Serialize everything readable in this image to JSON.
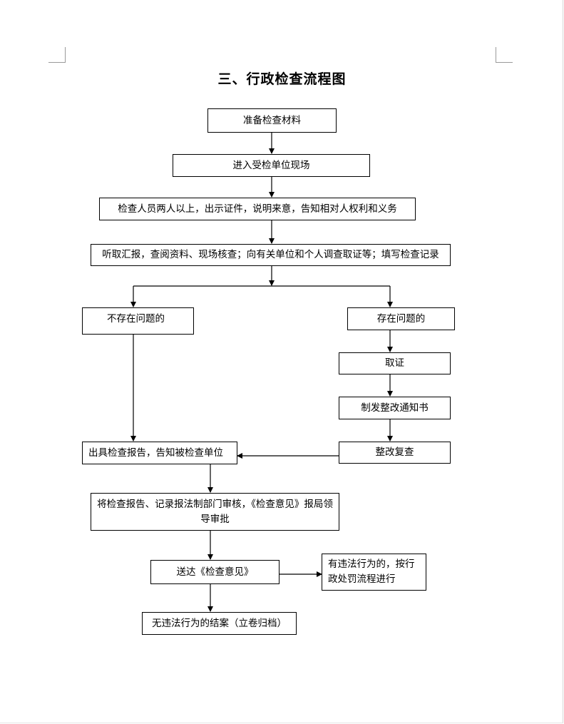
{
  "title": "三、行政检查流程图",
  "steps": {
    "prepare": "准备检查材料",
    "enter": "进入受检单位现场",
    "inspectors": "检查人员两人以上，出示证件，说明来意，告知相对人权利和义务",
    "listen": "听取汇报，查阅资料、现场核查；向有关单位和个人调查取证等；填写检查记录",
    "no_problem": "不存在问题的",
    "has_problem": "存在问题的",
    "evidence": "取证",
    "rectify_notice": "制发整改通知书",
    "recheck": "整改复查",
    "report": "出具检查报告，告知被检查单位",
    "review": "将检查报告、记录报法制部门审核，《检查意见》报局领导审批",
    "deliver": "送达《检查意见》",
    "violation": "有违法行为的，按行政处罚流程进行",
    "no_violation": "无违法行为的结案（立卷归档）"
  }
}
